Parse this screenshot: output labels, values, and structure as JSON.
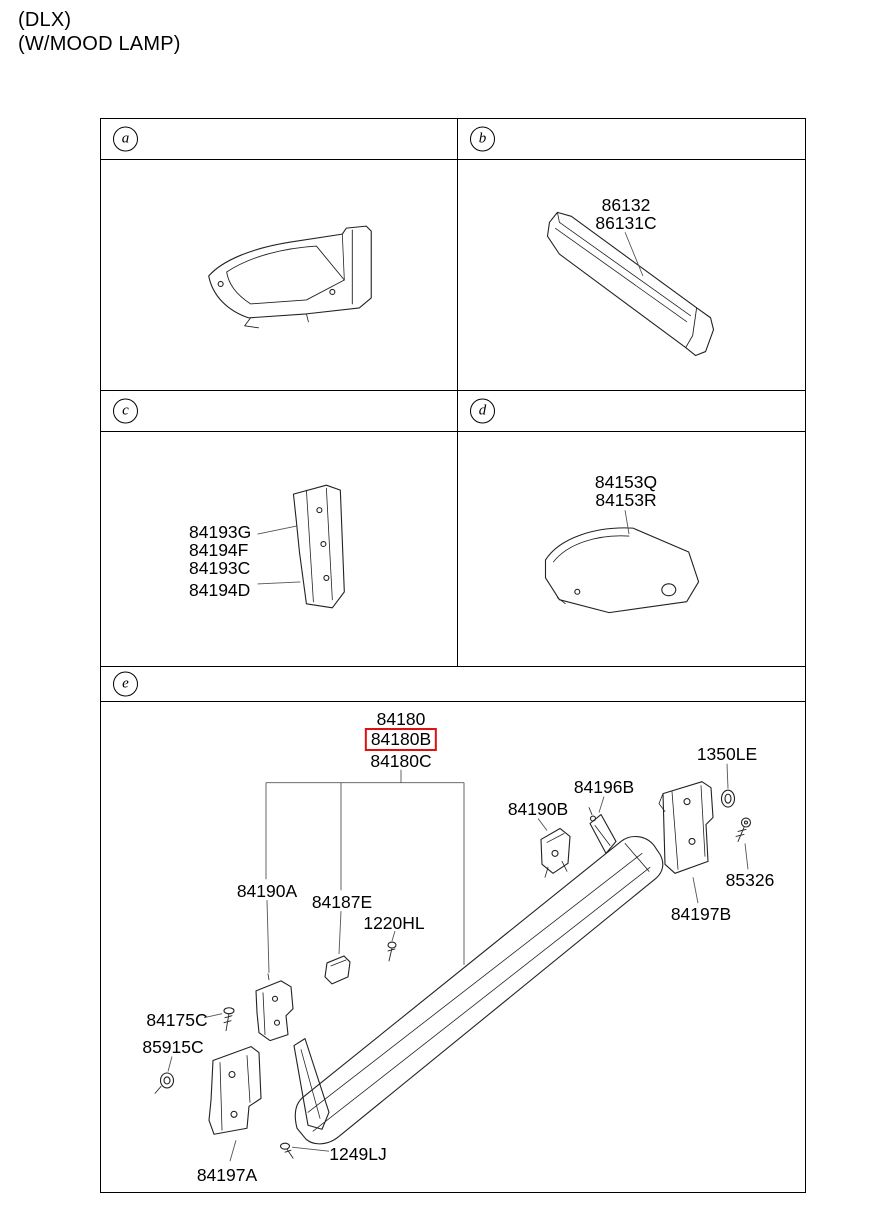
{
  "header": {
    "trim": "(DLX)",
    "option": "(W/MOOD LAMP)"
  },
  "sections": {
    "a": {
      "letter": "a",
      "labels": []
    },
    "b": {
      "letter": "b",
      "labels": [
        "86132",
        "86131C"
      ]
    },
    "c": {
      "letter": "c",
      "labels": [
        "84193G",
        "84194F",
        "84193C",
        "84194D"
      ]
    },
    "d": {
      "letter": "d",
      "labels": [
        "84153Q",
        "84153R"
      ]
    },
    "e": {
      "letter": "e",
      "group": [
        "84180",
        "84180B",
        "84180C"
      ],
      "highlighted": "84180B",
      "labels": [
        "1350LE",
        "84196B",
        "84190B",
        "85326",
        "84197B",
        "84190A",
        "84187E",
        "1220HL",
        "84175C",
        "85915C",
        "1249LJ",
        "84197A"
      ]
    }
  },
  "colors": {
    "highlight_box": "#e01010",
    "line": "#000000"
  }
}
